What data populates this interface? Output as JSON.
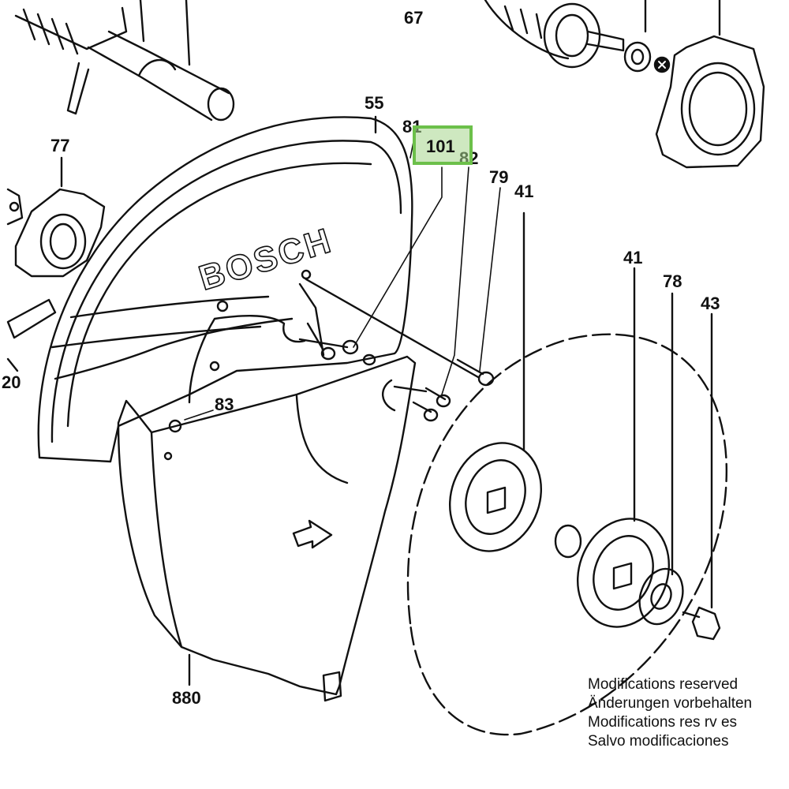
{
  "diagram": {
    "brand_text": "BOSCH",
    "highlighted_callout": "101",
    "callouts": [
      {
        "id": "c67",
        "text": "67"
      },
      {
        "id": "c55",
        "text": "55"
      },
      {
        "id": "c81",
        "text": "81"
      },
      {
        "id": "c101",
        "text": "101"
      },
      {
        "id": "c82",
        "text": "82"
      },
      {
        "id": "c79",
        "text": "79"
      },
      {
        "id": "c41a",
        "text": "41"
      },
      {
        "id": "c77",
        "text": "77"
      },
      {
        "id": "c41b",
        "text": "41"
      },
      {
        "id": "c78",
        "text": "78"
      },
      {
        "id": "c43",
        "text": "43"
      },
      {
        "id": "c83",
        "text": "83"
      },
      {
        "id": "c20",
        "text": "20"
      },
      {
        "id": "c880",
        "text": "880"
      }
    ],
    "notes": [
      "Modifications reserved",
      "Änderungen vorbehalten",
      "Modifications res rv es",
      "Salvo modificaciones"
    ]
  }
}
